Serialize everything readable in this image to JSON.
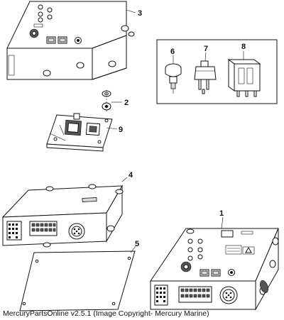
{
  "diagram": {
    "callouts": {
      "c1": "1",
      "c2": "2",
      "c3": "3",
      "c4": "4",
      "c5": "5",
      "c6": "6",
      "c7": "7",
      "c8": "8",
      "c9": "9"
    }
  },
  "footer": {
    "text": "MercuryPartsOnline v2.5.1 (Image Copyright- Mercury Marine)"
  }
}
